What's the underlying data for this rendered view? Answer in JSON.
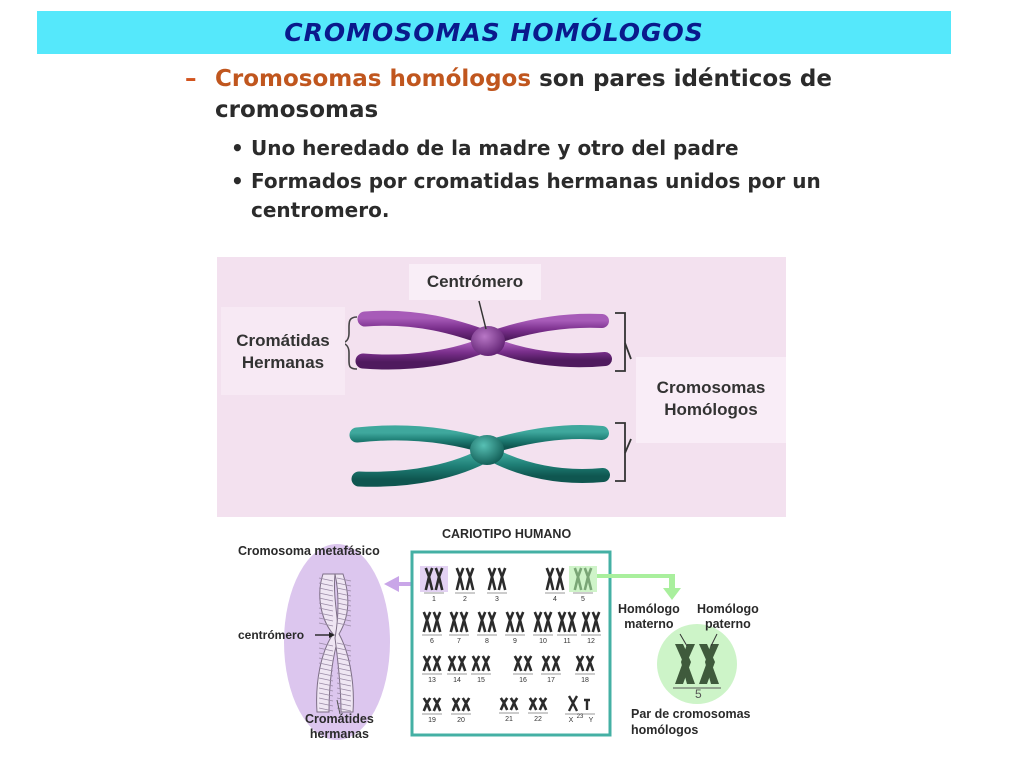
{
  "header": {
    "title": "CROMOSOMAS HOMÓLOGOS"
  },
  "content": {
    "dash": "–",
    "bullet": "•",
    "main_term": "Cromosomas homólogos",
    "main_rest_1": " son pares idénticos de",
    "main_rest_2": "cromosomas",
    "sub_points": [
      "Uno heredado de la madre y otro del padre",
      "Formados por cromatidas hermanas unidos por un",
      "centromero."
    ]
  },
  "chromosome_diagram": {
    "centromere_label": "Centrómero",
    "sister_chromatids_label": [
      "Cromátidas",
      "Hermanas"
    ],
    "homologous_label": [
      "Cromosomas",
      "Homólogos"
    ],
    "colors": {
      "upper": "#7a2f8c",
      "lower": "#1f7f76",
      "background": "#f3e1ef"
    }
  },
  "karyotype": {
    "title": "CARIOTIPO HUMANO",
    "metaphase_label": "Cromosoma metafásico",
    "centromere_label": "centrómero",
    "chromatids_label": [
      "Cromátides",
      "hermanas"
    ],
    "maternal_label": [
      "Homólogo",
      "materno"
    ],
    "paternal_label": [
      "Homólogo",
      "paterno"
    ],
    "pair_label": [
      "Par de cromosomas",
      "homólogos"
    ],
    "highlight_pair_number": "5",
    "chromosome_numbers": [
      "1",
      "2",
      "3",
      "4",
      "5",
      "6",
      "7",
      "8",
      "9",
      "10",
      "11",
      "12",
      "13",
      "14",
      "15",
      "16",
      "17",
      "18",
      "19",
      "20",
      "21",
      "22",
      "X",
      "Y"
    ],
    "sex_pair_number": "23",
    "colors": {
      "frame": "#44b0a4",
      "arrow_purple": "#c9a6e8",
      "arrow_green": "#a9ef9d",
      "oval_purple": "#dcc6ee",
      "circle_green": "#cdf4c8"
    }
  }
}
